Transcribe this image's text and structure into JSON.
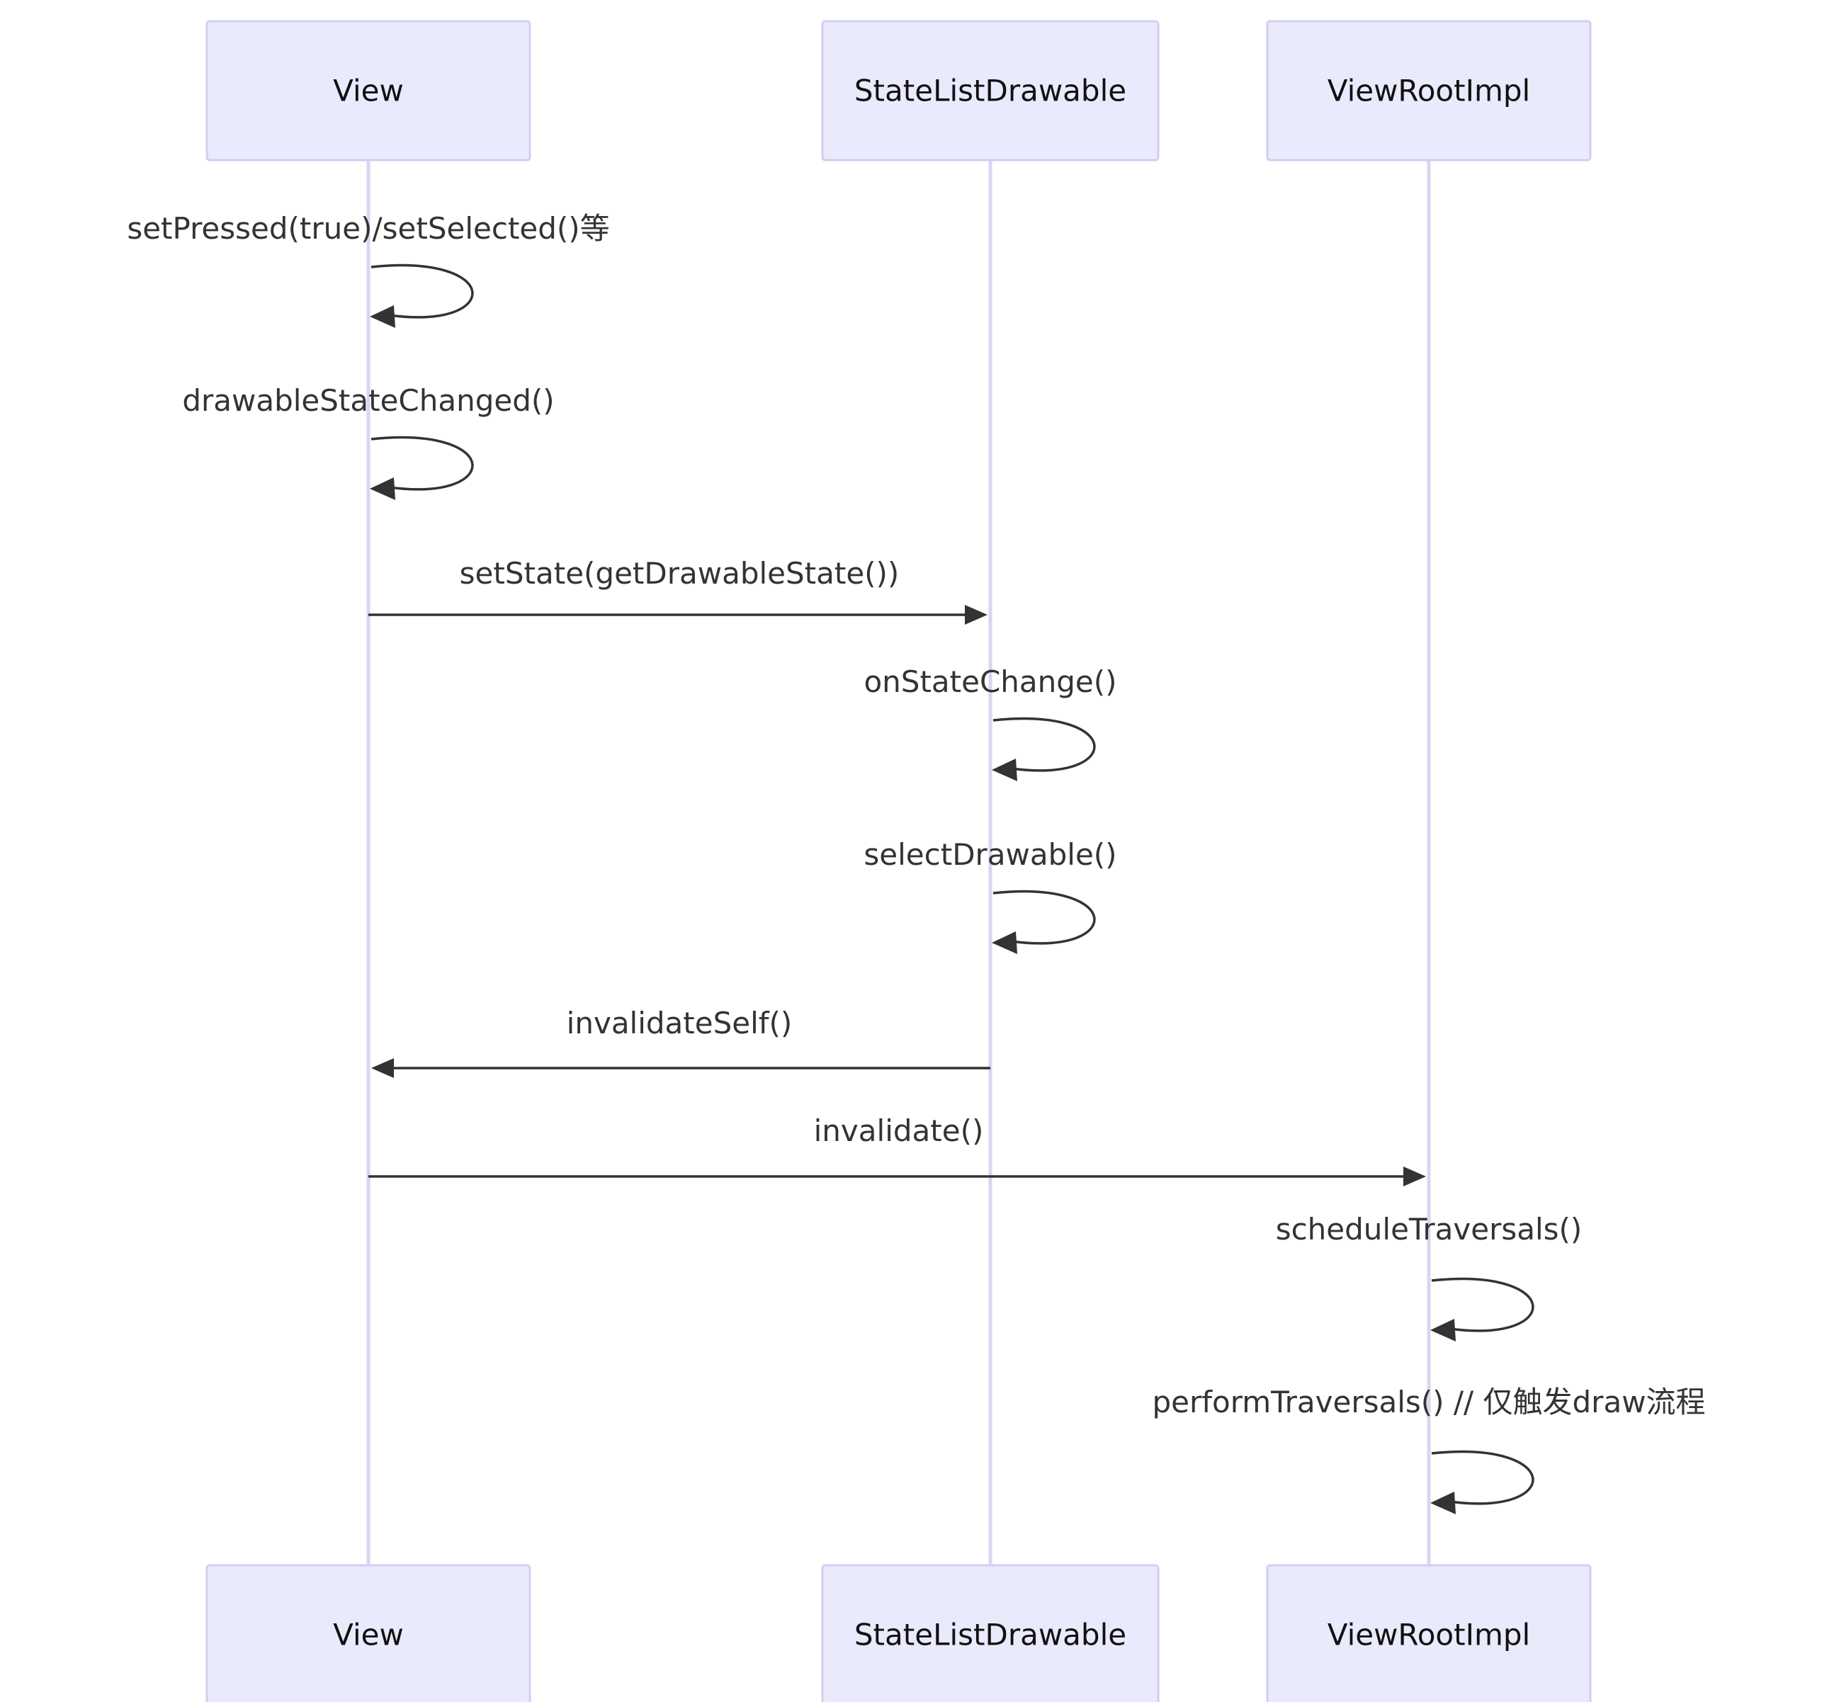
{
  "participants": [
    {
      "id": "view",
      "label": "View"
    },
    {
      "id": "sld",
      "label": "StateListDrawable"
    },
    {
      "id": "vri",
      "label": "ViewRootImpl"
    }
  ],
  "messages": [
    {
      "from": "view",
      "to": "view",
      "label": "setPressed(true)/setSelected()等"
    },
    {
      "from": "view",
      "to": "view",
      "label": "drawableStateChanged()"
    },
    {
      "from": "view",
      "to": "sld",
      "label": "setState(getDrawableState())"
    },
    {
      "from": "sld",
      "to": "sld",
      "label": "onStateChange()"
    },
    {
      "from": "sld",
      "to": "sld",
      "label": "selectDrawable()"
    },
    {
      "from": "sld",
      "to": "view",
      "label": "invalidateSelf()"
    },
    {
      "from": "view",
      "to": "vri",
      "label": "invalidate()"
    },
    {
      "from": "vri",
      "to": "vri",
      "label": "scheduleTraversals()"
    },
    {
      "from": "vri",
      "to": "vri",
      "label": "performTraversals() // 仅触发draw流程"
    }
  ]
}
